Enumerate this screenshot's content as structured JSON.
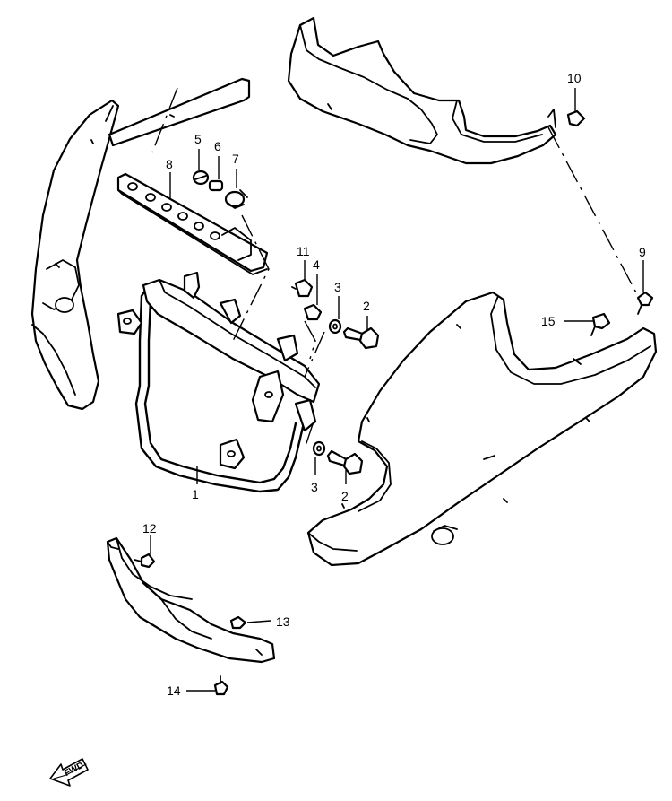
{
  "diagram": {
    "callouts": [
      {
        "id": "c1",
        "label": "1"
      },
      {
        "id": "c2a",
        "label": "2"
      },
      {
        "id": "c2b",
        "label": "2"
      },
      {
        "id": "c3a",
        "label": "3"
      },
      {
        "id": "c3b",
        "label": "3"
      },
      {
        "id": "c4",
        "label": "4"
      },
      {
        "id": "c5",
        "label": "5"
      },
      {
        "id": "c6",
        "label": "6"
      },
      {
        "id": "c7",
        "label": "7"
      },
      {
        "id": "c8",
        "label": "8"
      },
      {
        "id": "c9",
        "label": "9"
      },
      {
        "id": "c10",
        "label": "10"
      },
      {
        "id": "c11",
        "label": "11"
      },
      {
        "id": "c12",
        "label": "12"
      },
      {
        "id": "c13",
        "label": "13"
      },
      {
        "id": "c14",
        "label": "14"
      },
      {
        "id": "c15",
        "label": "15"
      }
    ],
    "fwd_label": "FWD"
  }
}
